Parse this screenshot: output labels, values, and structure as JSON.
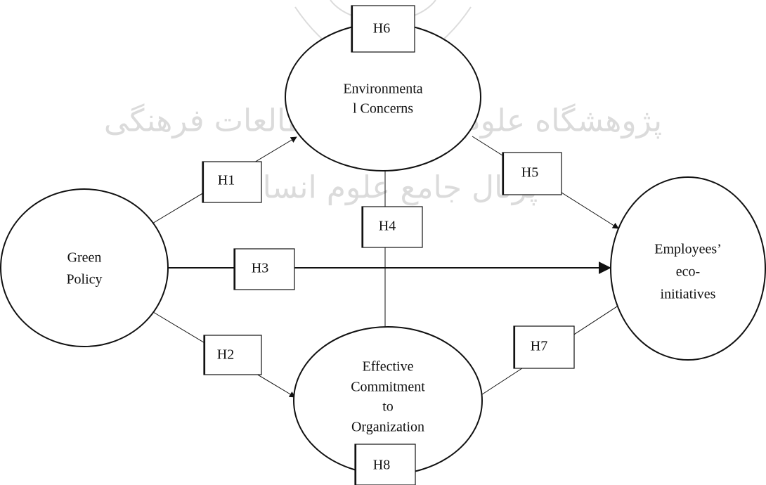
{
  "nodes": {
    "environmental_concerns": {
      "lines": [
        "Environmenta",
        "l Concerns"
      ]
    },
    "green_policy": {
      "lines": [
        "Green",
        "Policy"
      ]
    },
    "employees_eco": {
      "lines": [
        "Employees’",
        "eco-",
        "initiatives"
      ]
    },
    "effective_commitment": {
      "lines": [
        "Effective",
        "Commitment",
        "to",
        "Organization"
      ]
    }
  },
  "hypotheses": {
    "h1": "H1",
    "h2": "H2",
    "h3": "H3",
    "h4": "H4",
    "h5": "H5",
    "h6": "H6",
    "h7": "H7",
    "h8": "H8"
  },
  "watermark": {
    "line1": "پژوهشگاه علوم انسانی و مطالعات فرهنگی",
    "line2": "پرتال جامع علوم انسانی"
  },
  "colors": {
    "ink": "#111111",
    "watermark": "#d8d8d8",
    "background": "#ffffff"
  }
}
